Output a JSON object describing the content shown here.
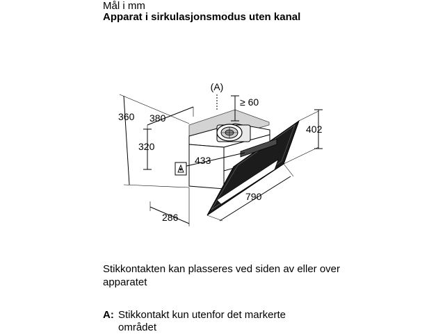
{
  "header": {
    "unit_line": "Mål i mm",
    "title": "Apparat i sirkulasjonsmodus uten kanal"
  },
  "diagram": {
    "socket_marker": "(A)",
    "socket_marker_letter": "A",
    "clearance_label": "≥ 60",
    "dimensions": {
      "total_height": "360",
      "chimney_width": "380",
      "chimney_height": "320",
      "glass_height": "402",
      "body_depth": "433",
      "total_width": "790",
      "body_width": "286"
    }
  },
  "notes": {
    "socket_position": "Stikkontakten kan plasseres ved siden av eller over apparatet"
  },
  "legend": {
    "key": "A:",
    "text": "Stikkontakt kun utenfor det markerte området"
  }
}
